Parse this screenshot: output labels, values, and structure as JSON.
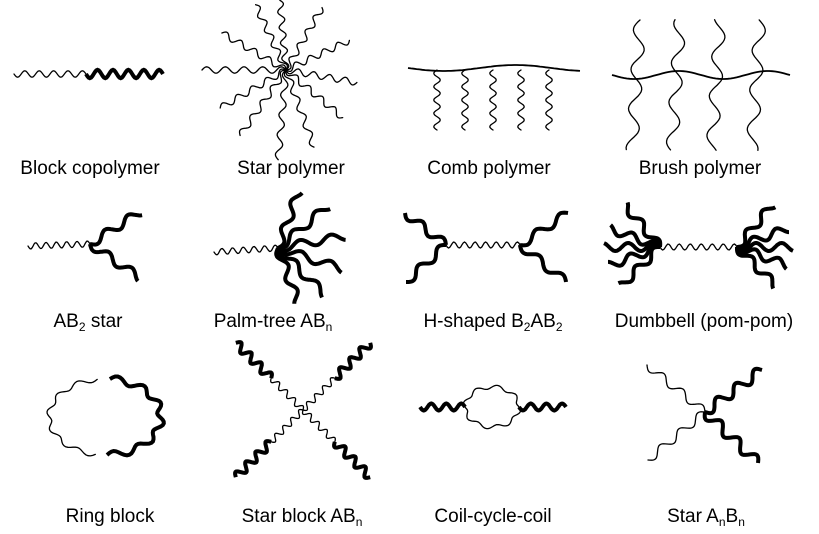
{
  "diagrams": [
    {
      "id": "block",
      "label": "Block copolymer"
    },
    {
      "id": "star",
      "label": "Star polymer"
    },
    {
      "id": "comb",
      "label": "Comb polymer"
    },
    {
      "id": "brush",
      "label": "Brush polymer"
    },
    {
      "id": "ab2",
      "label_main": "AB",
      "label_sub": "2",
      "label_tail": " star"
    },
    {
      "id": "palm",
      "label_main": "Palm-tree AB",
      "label_sub": "n",
      "label_tail": ""
    },
    {
      "id": "hshape",
      "label_main": "H-shaped B",
      "label_sub": "2",
      "label_mid": "AB",
      "label_sub2": "2"
    },
    {
      "id": "dumbbell",
      "label": "Dumbbell (pom-pom)"
    },
    {
      "id": "ring",
      "label": "Ring block"
    },
    {
      "id": "starblock",
      "label_main": "Star block AB",
      "label_sub": "n",
      "label_tail": ""
    },
    {
      "id": "coilcycle",
      "label": "Coil-cycle-coil"
    },
    {
      "id": "staranbn",
      "label_main": "Star A",
      "label_sub": "n",
      "label_mid": "B",
      "label_sub2": "n"
    }
  ]
}
